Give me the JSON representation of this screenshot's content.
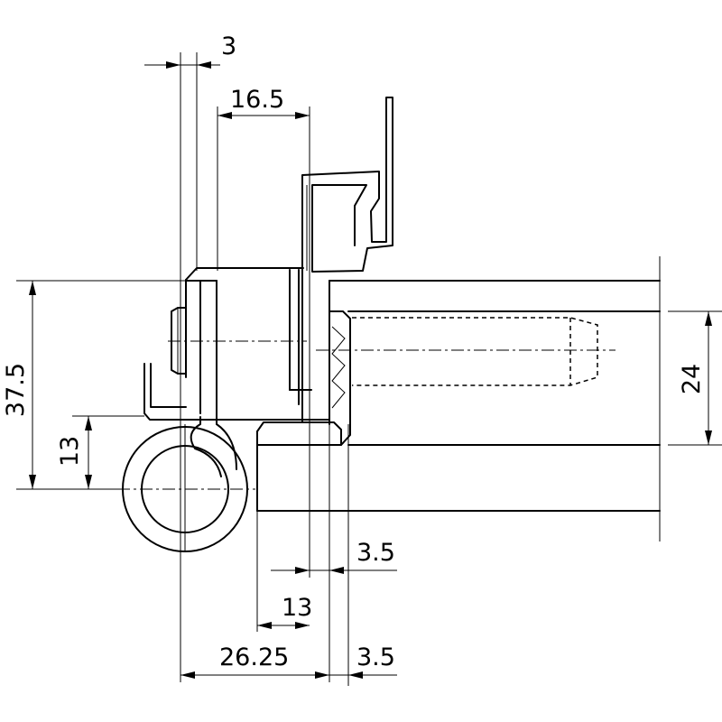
{
  "dimensions": {
    "top_gap": "3",
    "top_width": "16.5",
    "left_total": "37.5",
    "left_small": "13",
    "right_height": "24",
    "lower_gap_a": "3.5",
    "lower_width": "13",
    "bottom_total": "26.25",
    "lower_gap_b": "3.5"
  },
  "colors": {
    "line": "#000000",
    "background": "#ffffff"
  }
}
